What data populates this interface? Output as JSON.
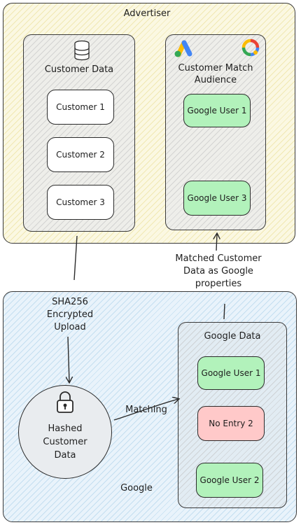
{
  "advertiser": {
    "title": "Advertiser",
    "customer_data": {
      "title": "Customer Data",
      "icon": "database-icon",
      "items": [
        "Customer 1",
        "Customer 2",
        "Customer 3"
      ]
    },
    "customer_match": {
      "title_line1": "Customer Match",
      "title_line2": "Audience",
      "icons": [
        "google-ads-icon",
        "google-analytics-icon"
      ],
      "items": [
        "Google User 1",
        "Google User 3"
      ]
    }
  },
  "matched_label": {
    "line1": "Matched Customer",
    "line2": "Data as Google",
    "line3": "properties"
  },
  "upload_label": {
    "line1": "SHA256",
    "line2": "Encrypted",
    "line3": "Upload"
  },
  "google": {
    "title": "Google",
    "hashed": {
      "icon": "lock-icon",
      "line1": "Hashed",
      "line2": "Customer",
      "line3": "Data"
    },
    "matching_label": "Matching",
    "google_data": {
      "title": "Google Data",
      "items": [
        "Google User 1",
        "No Entry 2",
        "Google User 2"
      ]
    }
  },
  "colors": {
    "advertiser_bg": "#fbf8e2",
    "google_bg": "#e9f3fb",
    "match_green": "#b2f2bb",
    "no_entry_red": "#ffc9c9",
    "circle_gray": "#e9ecef"
  }
}
